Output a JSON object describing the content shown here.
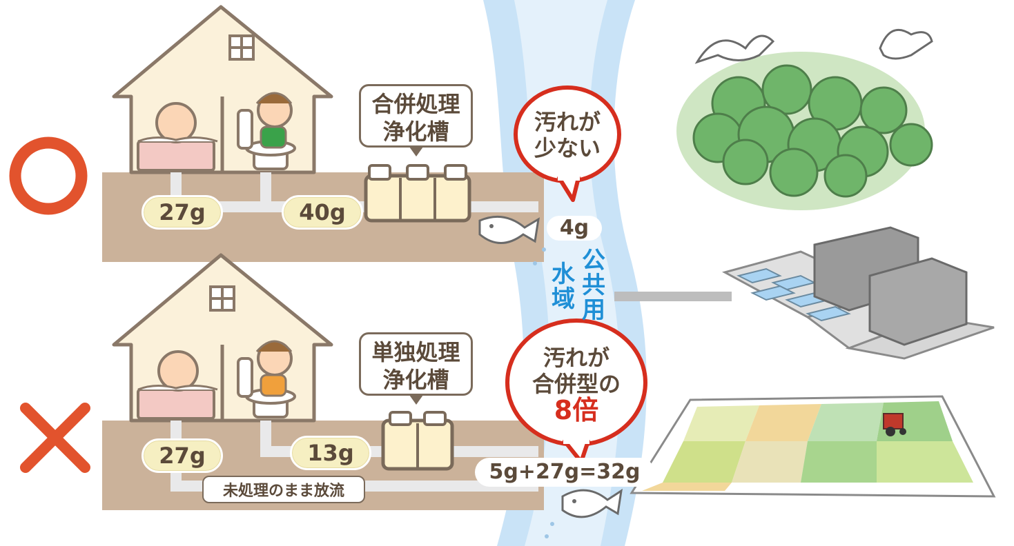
{
  "top": {
    "verdict_symbol": "circle",
    "verdict_color": "#e2532d",
    "bath_amount": "27g",
    "toilet_amount": "40g",
    "tank_label_line1": "合併処理",
    "tank_label_line2": "浄化槽",
    "outflow": "4g",
    "bubble_line1": "汚れが",
    "bubble_line2": "少ない"
  },
  "bottom": {
    "verdict_symbol": "cross",
    "verdict_color": "#e2532d",
    "bath_amount": "27g",
    "toilet_amount": "13g",
    "tank_label_line1": "単独処理",
    "tank_label_line2": "浄化槽",
    "untreated_label": "未処理のまま放流",
    "outflow": "5g+27g=32g",
    "bubble_line1": "汚れが",
    "bubble_line2": "合併型の",
    "bubble_accent": "8倍"
  },
  "water": {
    "col1": "水域",
    "col2": "公共用"
  },
  "colors": {
    "ground": "#cbb29a",
    "river": "#bcdcf4",
    "river_text": "#1f8fd6",
    "label_fill": "#f6efc2",
    "accent_red": "#d62e1e",
    "house_fill": "#fbf1da",
    "tree_green": "#6fb56a"
  }
}
